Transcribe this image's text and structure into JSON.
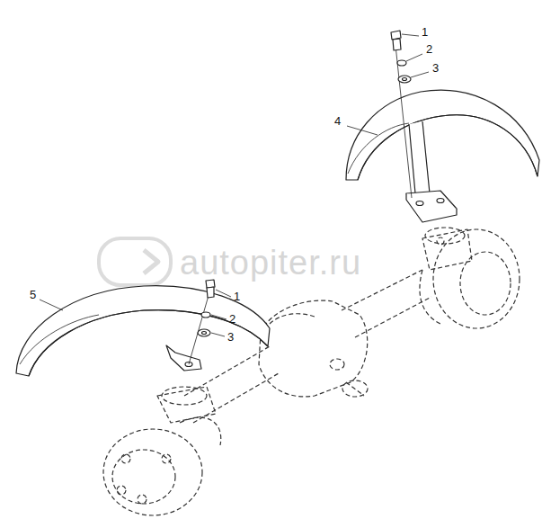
{
  "diagram": {
    "labels": [
      "1",
      "2",
      "3",
      "4",
      "5",
      "1",
      "2",
      "3",
      "autopiter.ru"
    ]
  }
}
